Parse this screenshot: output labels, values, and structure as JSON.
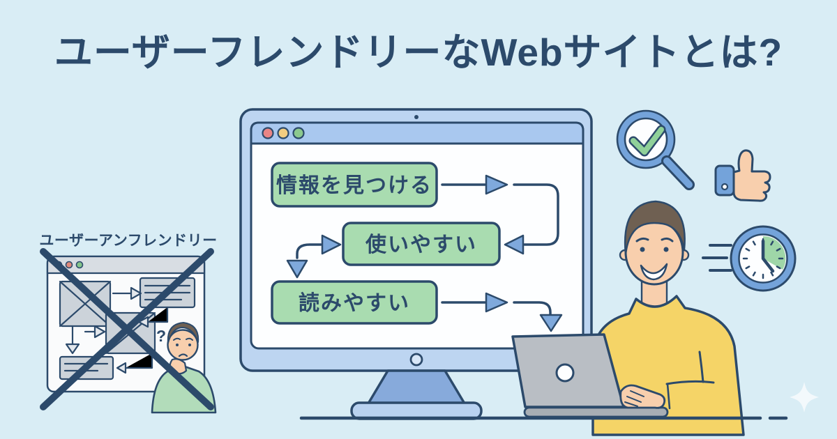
{
  "title": "ユーザーフレンドリーなWebサイトとは?",
  "bad_example": {
    "label": "ユーザーアンフレンドリー",
    "question_mark": "?"
  },
  "monitor_flow": {
    "steps": [
      {
        "label": "情報を見つける"
      },
      {
        "label": "使いやすい"
      },
      {
        "label": "読みやすい"
      }
    ]
  },
  "icons": [
    {
      "name": "magnifier-check-icon"
    },
    {
      "name": "thumbs-up-icon"
    },
    {
      "name": "speed-clock-icon"
    },
    {
      "name": "sparkle-icon"
    }
  ],
  "colors": {
    "background": "#d9edf5",
    "navy": "#2c4a6b",
    "flow_box_green": "#a9dcb0",
    "arrow_blue": "#7fa9dc",
    "monitor_bezel": "#bdd5f1",
    "browser_bar": "#a9c8ef",
    "traffic_red": "#e98585",
    "traffic_yellow": "#f2cd80",
    "traffic_green": "#8cc98e",
    "sweater_yellow": "#f5d467",
    "shirt_green": "#b2dcba",
    "check_green": "#90d199",
    "clock_wedge_green": "#9fd6a8",
    "laptop_gray": "#b9bec4",
    "skin": "#f8cfad"
  }
}
